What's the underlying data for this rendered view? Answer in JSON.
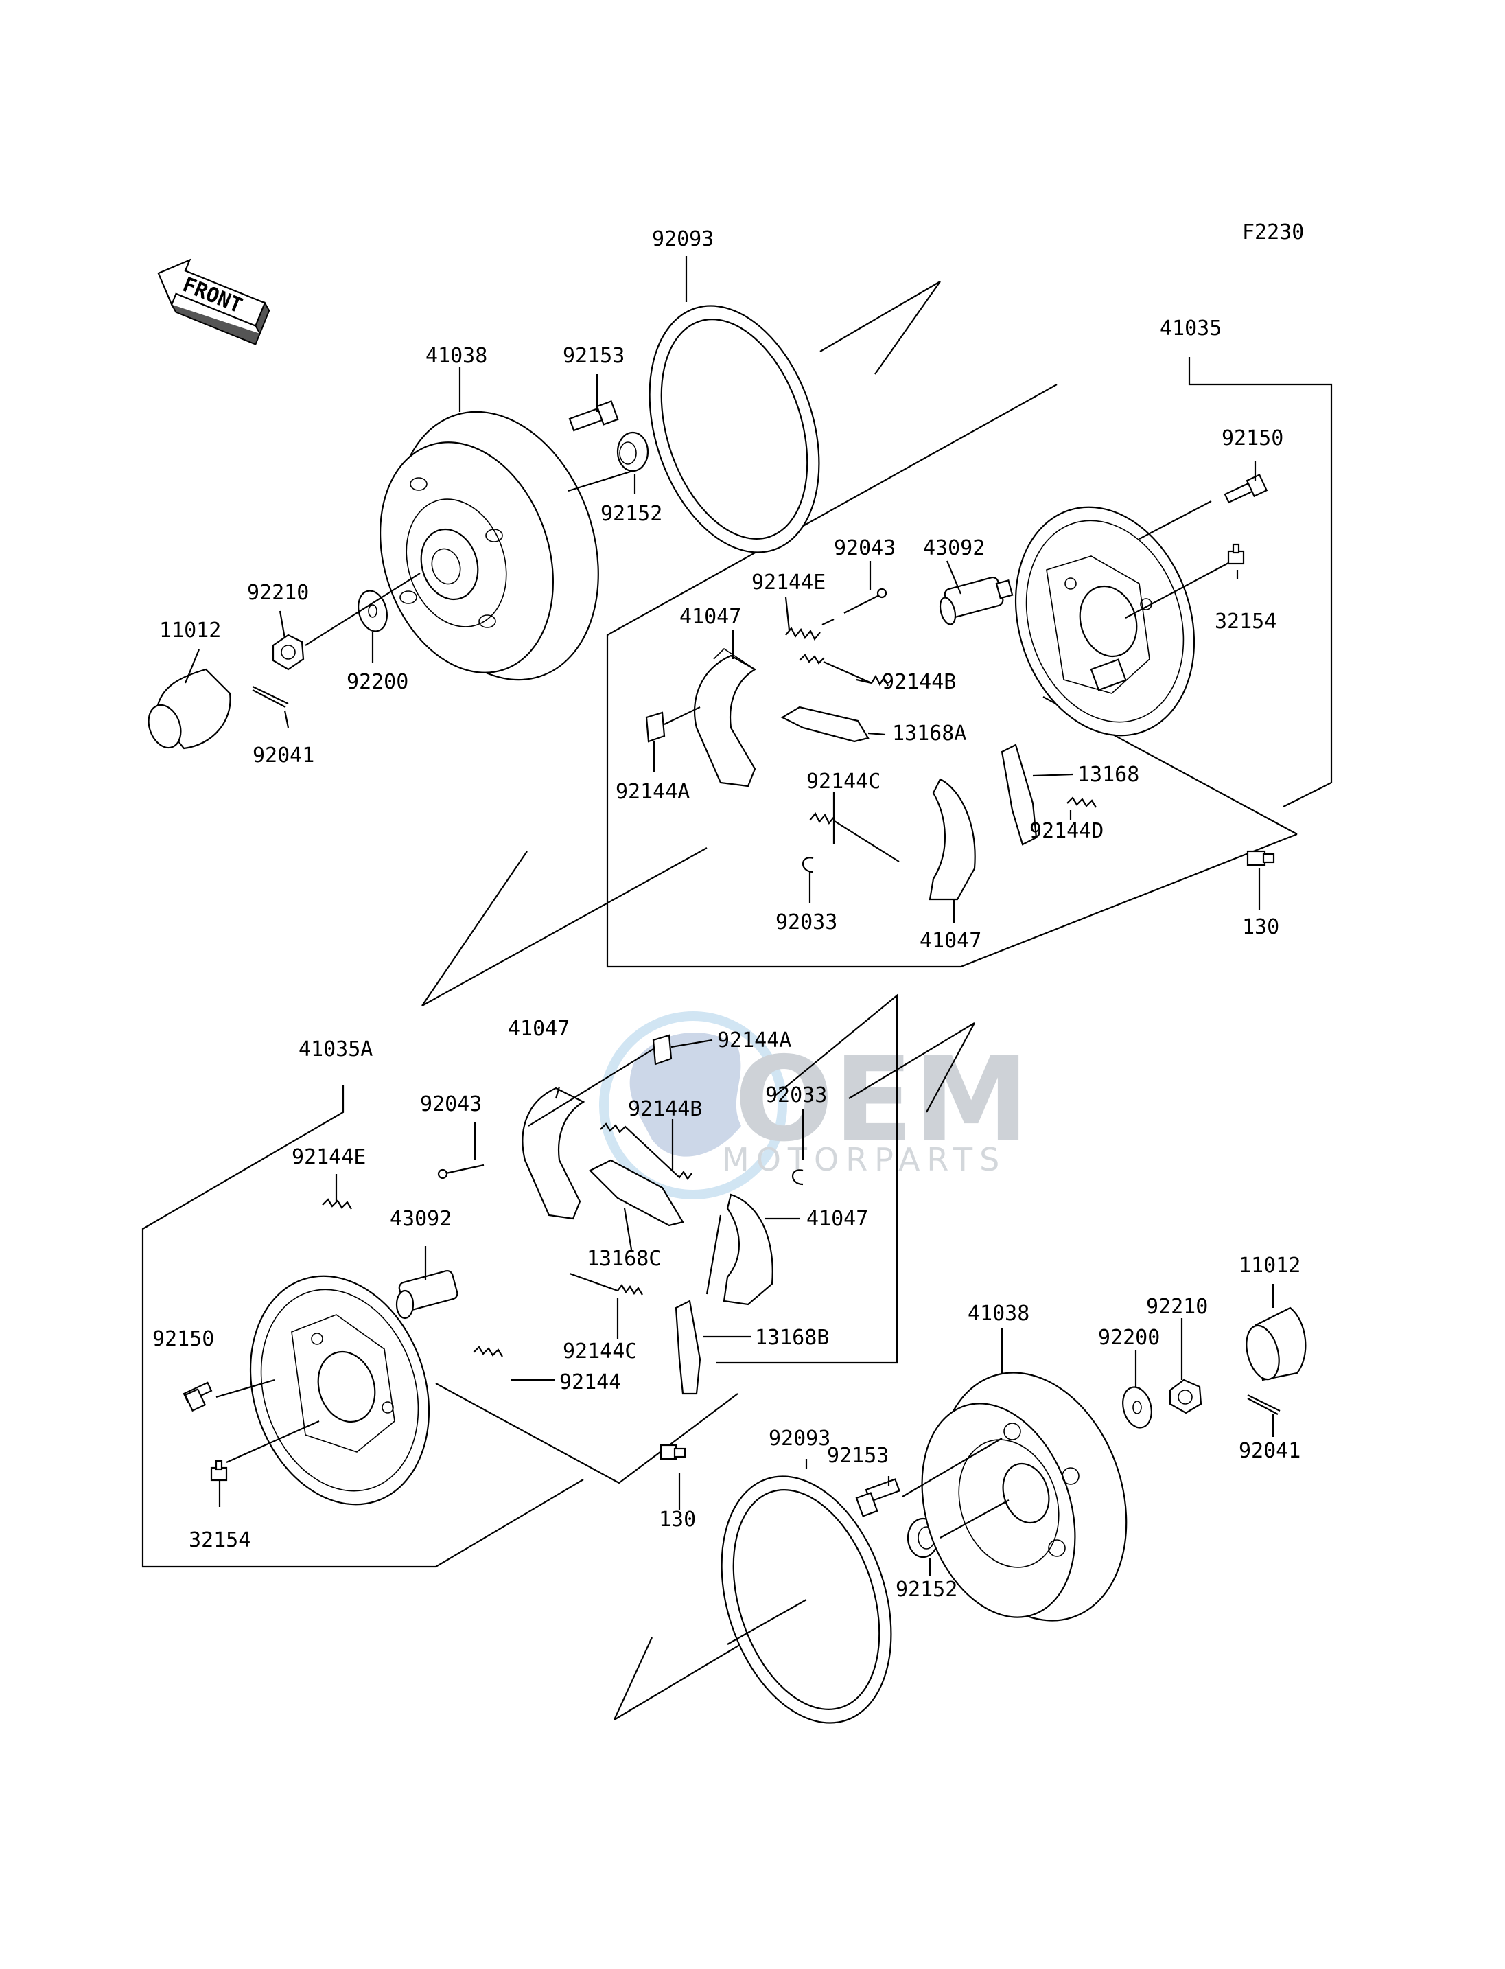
{
  "figure_code": "F2230",
  "front_label": "FRONT",
  "watermark": {
    "brand": "OEM",
    "sub": "MOTORPARTS"
  },
  "labels": {
    "l92093_top": "92093",
    "l41035": "41035",
    "l41038_top": "41038",
    "l92153_top": "92153",
    "l92150_top": "92150",
    "l92152_top": "92152",
    "l92043_top": "92043",
    "l43092_top": "43092",
    "l92144E_top": "92144E",
    "l92210_top": "92210",
    "l41047_top": "41047",
    "l32154_top": "32154",
    "l11012_top": "11012",
    "l92144B_top": "92144B",
    "l92200_top": "92200",
    "l13168A": "13168A",
    "l92041_top": "92041",
    "l92144C_top": "92144C",
    "l13168": "13168",
    "l92144A_top": "92144A",
    "l92144D": "92144D",
    "l92033_top": "92033",
    "l41047_top2": "41047",
    "l130_top": "130",
    "l41035A": "41035A",
    "l41047_bot": "41047",
    "l92144A_bot": "92144A",
    "l92043_bot": "92043",
    "l92144B_bot": "92144B",
    "l92033_bot": "92033",
    "l92144E_bot": "92144E",
    "l43092_bot": "43092",
    "l41047_bot2": "41047",
    "l13168C": "13168C",
    "l11012_bot": "11012",
    "l41038_bot": "41038",
    "l92210_bot": "92210",
    "l92150_bot": "92150",
    "l92200_bot": "92200",
    "l92144C_bot": "92144C",
    "l13168B": "13168B",
    "l92144_bot": "92144",
    "l92041_bot": "92041",
    "l92093_bot": "92093",
    "l92153_bot": "92153",
    "l130_bot": "130",
    "l32154_bot": "32154",
    "l92152_bot": "92152"
  }
}
